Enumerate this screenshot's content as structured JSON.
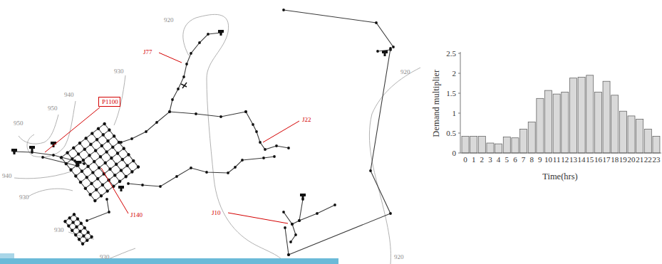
{
  "diagram": {
    "nodes": [
      {
        "text": [
          "P1100"
        ]
      }
    ],
    "labels": [
      "920",
      "930",
      "920",
      "J77",
      "940",
      "950",
      "J22",
      "950",
      "940",
      "930",
      "J10",
      "J140",
      "930",
      "930",
      "920",
      "2.5",
      "2",
      "1.5",
      "1",
      "0.5",
      "0",
      "Demand multiplier",
      "0",
      "1",
      "2",
      "3",
      "4",
      "5",
      "6",
      "7",
      "8",
      "9",
      "10",
      "11",
      "12",
      "13",
      "14",
      "15",
      "16",
      "17",
      "18",
      "19",
      "20",
      "21",
      "22",
      "23",
      "Time(hrs)"
    ]
  }
}
